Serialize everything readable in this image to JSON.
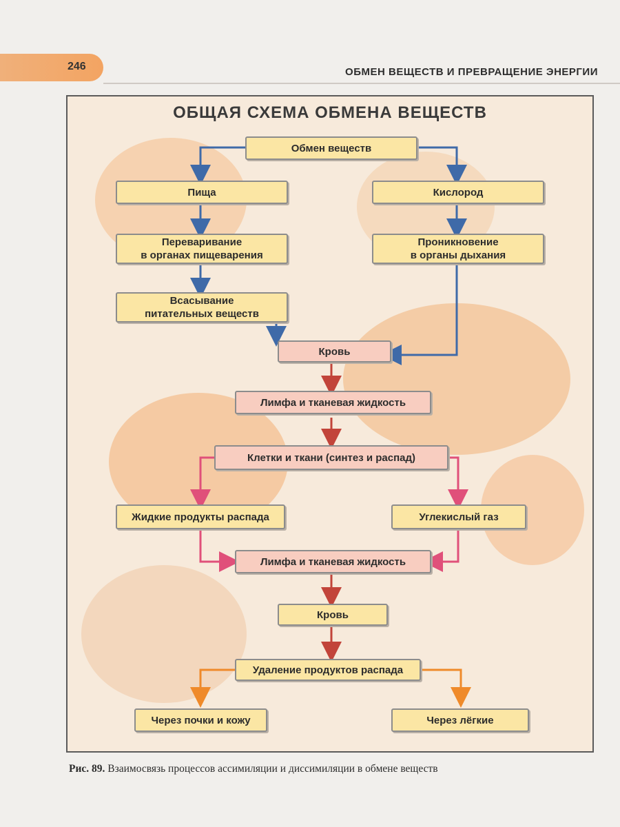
{
  "page": {
    "number": "246",
    "running_title": "ОБМЕН ВЕЩЕСТВ И ПРЕВРАЩЕНИЕ ЭНЕРГИИ"
  },
  "figure": {
    "title": "ОБЩАЯ СХЕМА ОБМЕНА ВЕЩЕСТВ",
    "nodes": {
      "metabolism": "Обмен веществ",
      "food": "Пища",
      "oxygen": "Кислород",
      "digestion": "Переваривание\nв органах пищеварения",
      "penetration": "Проникновение\nв органы дыхания",
      "absorption": "Всасывание\nпитательных веществ",
      "blood1": "Кровь",
      "lymph1": "Лимфа и тканевая жидкость",
      "cells": "Клетки и ткани (синтез и распад)",
      "liquid_products": "Жидкие продукты распада",
      "co2": "Углекислый газ",
      "lymph2": "Лимфа и тканевая жидкость",
      "blood2": "Кровь",
      "removal": "Удаление продуктов распада",
      "kidneys": "Через почки и кожу",
      "lungs": "Через лёгкие"
    },
    "colors": {
      "blue_arrow": "#3f6aa8",
      "red_arrow": "#c2443a",
      "pink_arrow": "#e0507a",
      "orange_arrow": "#ef8a2a",
      "yellow_box": "#fbe6a4",
      "pink_box": "#f8cdc0"
    }
  },
  "caption": {
    "label": "Рис. 89.",
    "text": "Взаимосвязь процессов ассимиляции и диссимиляции в обмене веществ"
  }
}
